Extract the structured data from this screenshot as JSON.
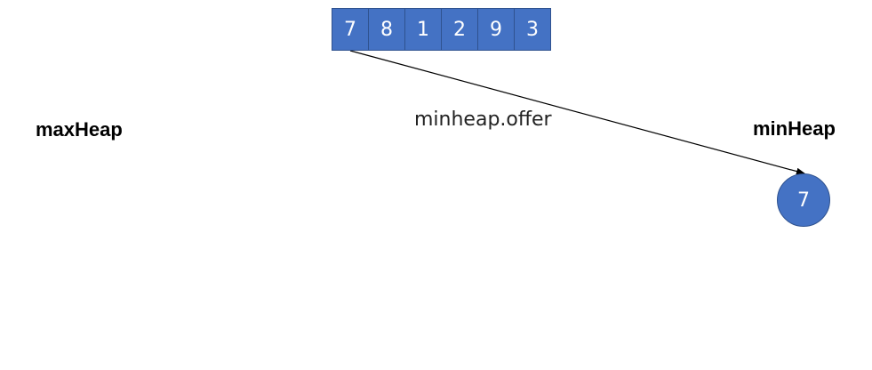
{
  "array": {
    "values": [
      "7",
      "8",
      "1",
      "2",
      "9",
      "3"
    ],
    "fill_color": "#4472C4",
    "border_color": "#2F528F"
  },
  "labels": {
    "max_heap": "maxHeap",
    "min_heap": "minHeap",
    "operation": "minheap.offer"
  },
  "min_heap": {
    "nodes": [
      "7"
    ],
    "fill_color": "#4472C4"
  },
  "arrow": {
    "from": "array-cell-0",
    "to": "min-heap-node-0",
    "color": "#000000"
  }
}
